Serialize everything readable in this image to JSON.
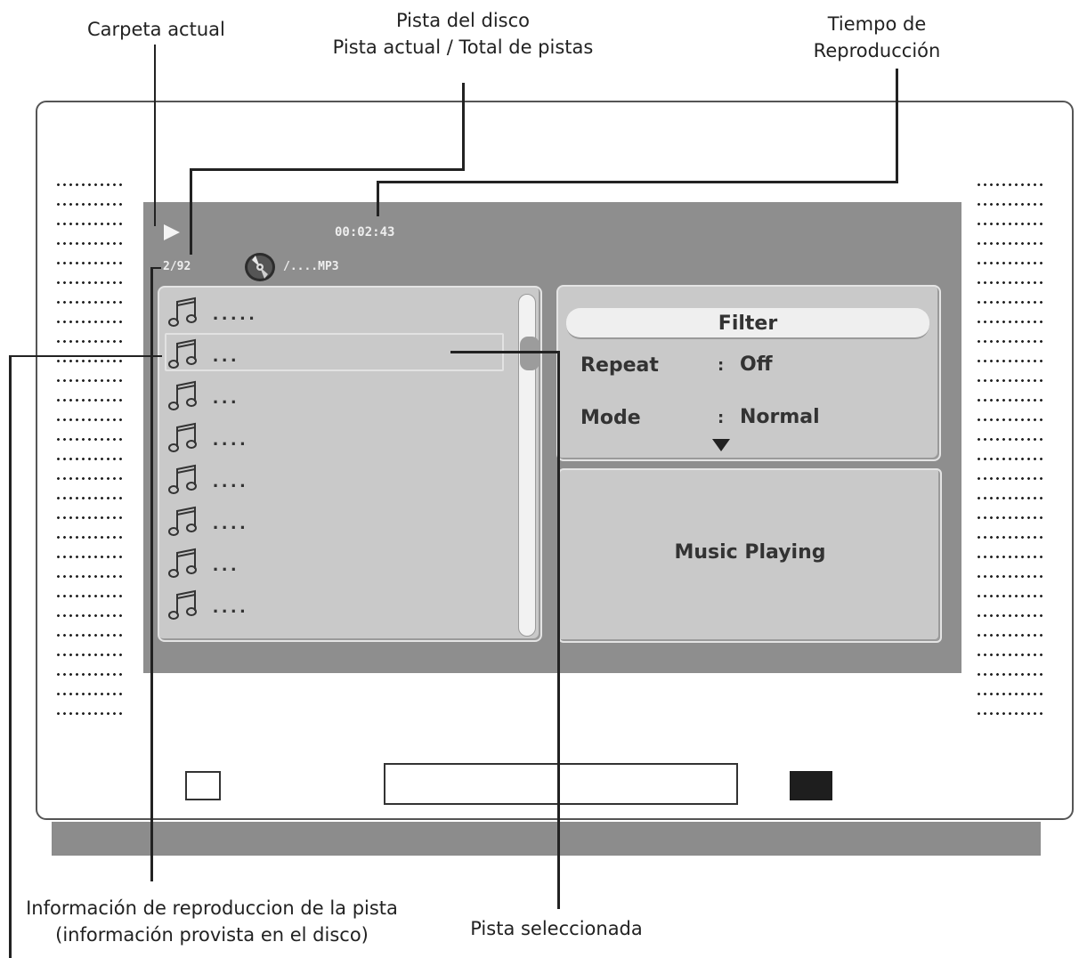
{
  "annotations": {
    "current_folder": "Carpeta actual",
    "disc_track_line1": "Pista del disco",
    "disc_track_line2": "Pista actual / Total de pistas",
    "playback_time_line1": "Tiempo de",
    "playback_time_line2": "Reproducción",
    "track_info_line1": "Información de reproduccion de la pista",
    "track_info_line2": "(información provista en el disco)",
    "selected_track": "Pista seleccionada"
  },
  "screen": {
    "time": "00:02:43",
    "track_counter": "2/92",
    "file_path": "/....MP3",
    "play_icon": "play-icon",
    "disc_icon": "disc-icon"
  },
  "track_list": {
    "note_icon": "music-note-icon",
    "selected_index": 1,
    "items": [
      {
        "label": "....."
      },
      {
        "label": "..."
      },
      {
        "label": "..."
      },
      {
        "label": "...."
      },
      {
        "label": "...."
      },
      {
        "label": "...."
      },
      {
        "label": "..."
      },
      {
        "label": "...."
      }
    ]
  },
  "settings": {
    "filter_label": "Filter",
    "repeat_label": "Repeat",
    "repeat_value": "Off",
    "mode_label": "Mode",
    "mode_value": "Normal",
    "separator": ":",
    "more_icon": "triangle-down-icon"
  },
  "status": {
    "text": "Music Playing"
  }
}
